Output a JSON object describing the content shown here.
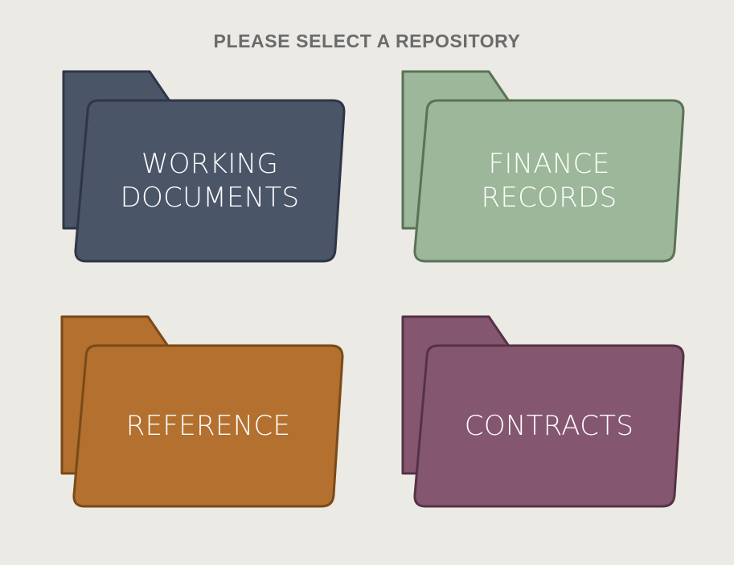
{
  "page": {
    "title": "PLEASE SELECT A REPOSITORY",
    "background_color": "#ebeae5",
    "title_color": "#6b6b6b"
  },
  "folders": [
    {
      "id": "working-documents",
      "label": "WORKING\nDOCUMENTS",
      "fill_color": "#4a5568",
      "border_color": "#2e3647",
      "text_color": "#ffffff",
      "position": "row-0-col-0"
    },
    {
      "id": "finance-records",
      "label": "FINANCE\nRECORDS",
      "fill_color": "#9cb79a",
      "border_color": "#5a7355",
      "text_color": "#ffffff",
      "position": "row-0-col-1"
    },
    {
      "id": "reference",
      "label": "REFERENCE",
      "fill_color": "#b3702f",
      "border_color": "#7a4a17",
      "text_color": "#ffffff",
      "position": "row-1-col-0"
    },
    {
      "id": "contracts",
      "label": "CONTRACTS",
      "fill_color": "#855670",
      "border_color": "#563244",
      "text_color": "#ffffff",
      "position": "row-1-col-1"
    }
  ]
}
